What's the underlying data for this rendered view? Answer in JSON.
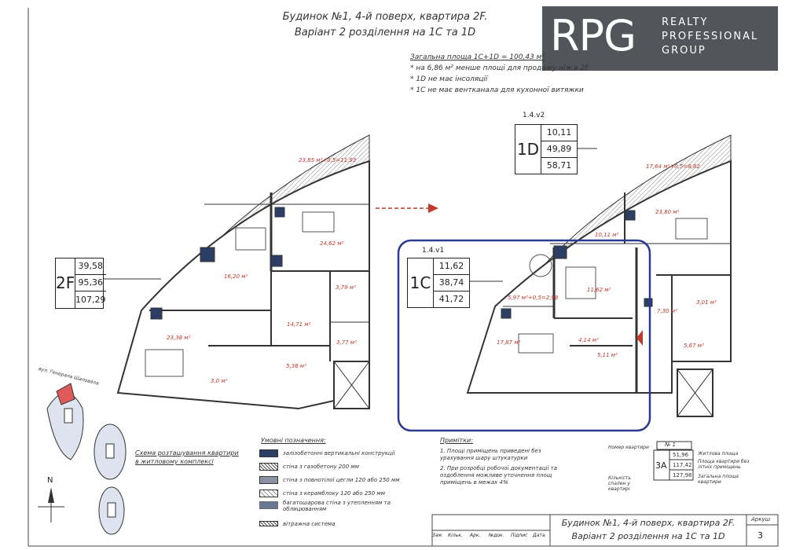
{
  "header": {
    "line1": "Будинок №1, 4-й поверх, квартира 2F.",
    "line2": "Варіант 2 розділення на 1С та 1D"
  },
  "logo": {
    "letters": "RPG",
    "words": [
      "REALTY",
      "PROFESSIONAL",
      "GROUP"
    ]
  },
  "summary": {
    "total": "Загальна площа 1С+1D = 100,43 м²",
    "bullets": [
      "* на 6,86 м² менше площі для продажу ніж в 2F",
      "* 1D не має інсоляції",
      "* 1С не має вентканала для кухонної витяжки"
    ]
  },
  "apartments": {
    "f2": {
      "code": "2F",
      "values": [
        "39,58",
        "95,36",
        "107,29"
      ]
    },
    "c1": {
      "tag": "1.4.v1",
      "code": "1С",
      "values": [
        "11,62",
        "38,74",
        "41,72"
      ]
    },
    "d1": {
      "tag": "1.4.v2",
      "code": "1D",
      "values": [
        "10,11",
        "49,89",
        "58,71"
      ]
    }
  },
  "room_labels_left": [
    "23,85 м²+0,5=11,93",
    "24,62 м²",
    "16,20 м²",
    "3,79 м²",
    "14,71 м²",
    "23,38 м²",
    "3,77 м²",
    "5,38 м²",
    "3,0 м²"
  ],
  "room_labels_right": [
    "17,64 м²+0,5=8,82",
    "23,80 м²",
    "10,11 м²",
    "11,62 м²",
    "5,97 м²+0,5=2,98",
    "17,87 м²",
    "4,14 м²",
    "5,11 м²",
    "7,30 м²",
    "3,01 м²",
    "5,67 м²"
  ],
  "street": "вул. Генерала Шаповала",
  "scheme_caption": [
    "Схема розташування квартири",
    "в житловому комплексі"
  ],
  "north": "N",
  "legend": {
    "title": "Умовні позначення:",
    "items": [
      "залізобетонні вертикальні конструкції",
      "стіна з газобетону 200 мм",
      "стіна з повнотілої цегли 120 або 250 мм",
      "стіна з керамблоку 120 або 250 мм",
      "багатошарова стіна з утепленням та облицюванням",
      "вітражна система"
    ]
  },
  "notes": {
    "title": "Примітки:",
    "items": [
      "1. Площі приміщень приведені без урахування шару штукатурки",
      "2. При розробці робочої документації та оздоблення можливе уточнення площ приміщень в межах 4%"
    ]
  },
  "key": {
    "code": "3А",
    "number": "№ 1",
    "values": [
      "51,96",
      "117,42",
      "127,98"
    ],
    "left_labels": [
      "Номер квартири",
      "Кількість спален у квартирі"
    ],
    "right_labels": [
      "Житлова площа",
      "Площа квартири без літніх приміщень",
      "Загальна площа квартири"
    ]
  },
  "title_block": {
    "line1": "Будинок №1, 4-й поверх, квартира 2F.",
    "line2": "Варіант 2 розділення на 1С та 1D",
    "sheet_label": "Аркуш",
    "sheet": "3",
    "cols": [
      "Зам",
      "Кільк.",
      "Арк.",
      "№док.",
      "Підпис",
      "Дата"
    ]
  },
  "colors": {
    "highlight": "#2b3a8f",
    "wall": "#2b3e66",
    "area_red": "#c0392b"
  }
}
